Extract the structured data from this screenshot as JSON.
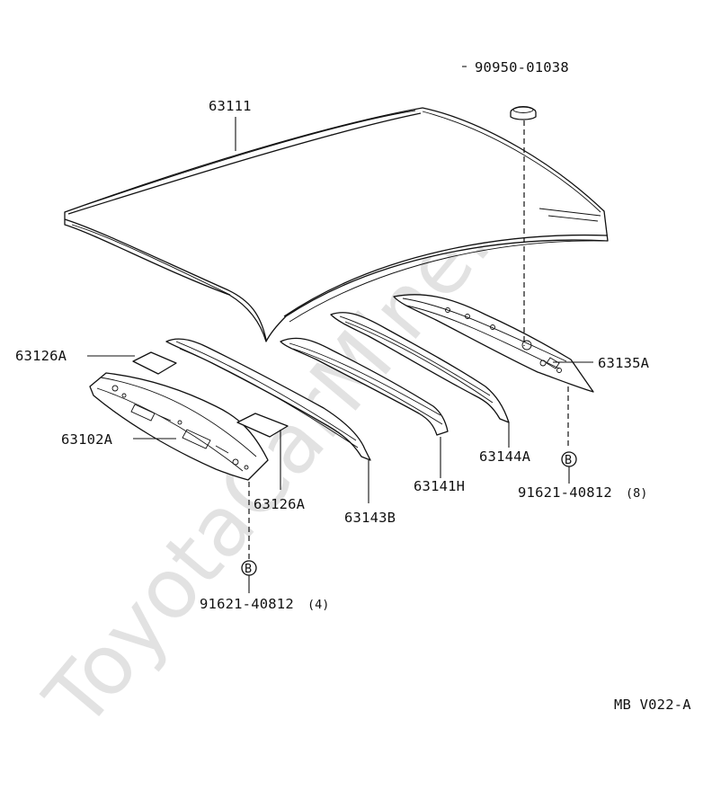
{
  "parts": {
    "roof_panel": "63111",
    "hole_plug": "90950-01038",
    "silencer_pad_upper": "63126A",
    "silencer_pad_lower": "63126A",
    "front_header_panel": "63102A",
    "reinforcement_143": "63143B",
    "reinforcement_141": "63141H",
    "reinforcement_144": "63144A",
    "rear_header_panel": "63135A"
  },
  "fasteners": {
    "right": {
      "part_no": "91621-40812",
      "qty": "(8)",
      "callout": "B"
    },
    "left": {
      "part_no": "91621-40812",
      "qty": "(4)",
      "callout": "B"
    }
  },
  "diagram_code": "MB V022-A",
  "watermark": "ToyotaCarMine.ru"
}
